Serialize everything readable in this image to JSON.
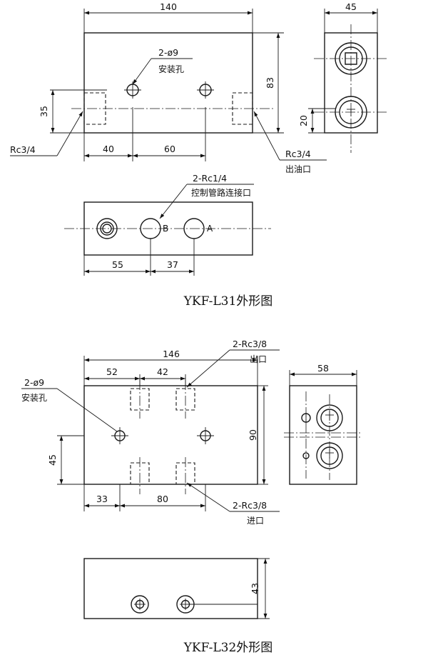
{
  "l31": {
    "caption": "YKF-L31外形图",
    "front": {
      "width": "140",
      "height": "83",
      "hole_pitch_v": "35",
      "dim_40": "40",
      "dim_60": "60"
    },
    "side": {
      "width": "45",
      "dim_20": "20"
    },
    "top": {
      "dim_55": "55",
      "dim_37": "37",
      "port_b": "B",
      "port_a": "A"
    },
    "callouts": {
      "mount_holes": "2-ø9",
      "mount_holes_cn": "安装孔",
      "inlet": "Rc3/4",
      "outlet": "Rc3/4",
      "outlet_cn": "出油口",
      "control": "2-Rc1/4",
      "control_cn": "控制管路连接口"
    }
  },
  "l32": {
    "caption": "YKF-L32外形图",
    "front": {
      "width": "146",
      "dim_52": "52",
      "dim_42": "42",
      "height": "90",
      "dim_45": "45",
      "dim_33": "33",
      "dim_80": "80"
    },
    "side": {
      "width": "58"
    },
    "bottom": {
      "height": "43"
    },
    "callouts": {
      "outlet": "2-Rc3/8",
      "outlet_cn": "出口",
      "mount_holes": "2-ø9",
      "mount_holes_cn": "安装孔",
      "inlet": "2-Rc3/8",
      "inlet_cn": "进口"
    }
  },
  "icons": [
    "arrow-icon"
  ]
}
